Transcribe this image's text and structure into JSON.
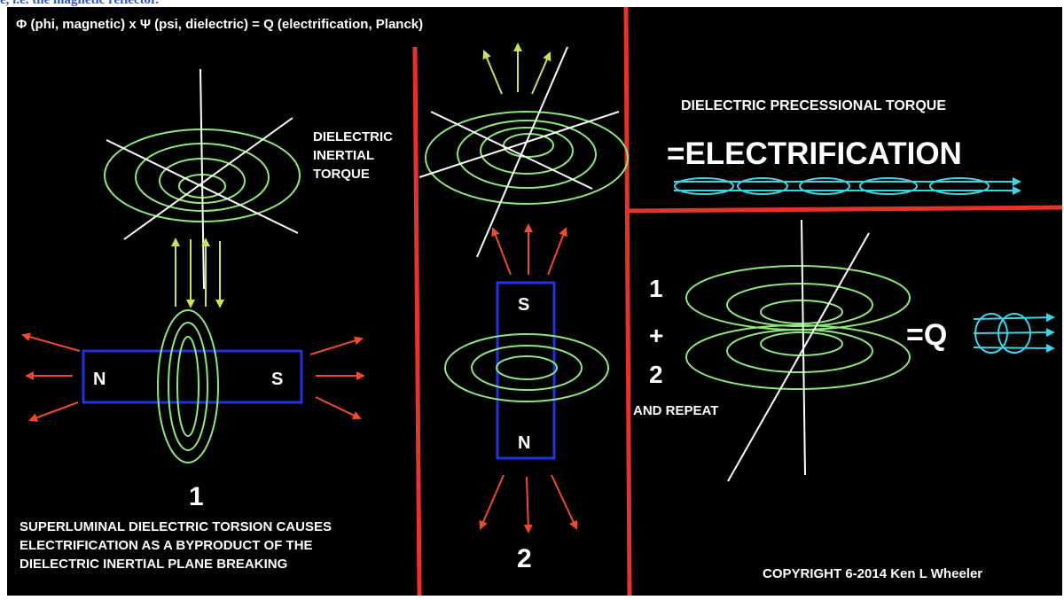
{
  "top_link_fragment": "e, i.e. the magnetic reflector.",
  "header_formula": "Φ (phi, magnetic) x Ψ (psi, dielectric) = Q (electrification, Planck)",
  "panel1": {
    "label_line1": "DIELECTRIC",
    "label_line2": "INERTIAL",
    "label_line3": "TORQUE",
    "magnet_north": "N",
    "magnet_south": "S",
    "number": "1",
    "caption_line1": "SUPERLUMINAL DIELECTRIC TORSION CAUSES",
    "caption_line2": "ELECTRIFICATION AS A BYPRODUCT OF THE",
    "caption_line3": "DIELECTRIC INERTIAL PLANE BREAKING"
  },
  "panel2": {
    "magnet_south": "S",
    "magnet_north": "N",
    "number": "2"
  },
  "panel3": {
    "title": "DIELECTRIC PRECESSIONAL TORQUE",
    "result": "=ELECTRIFICATION"
  },
  "panel4": {
    "step1": "1",
    "plus": "+",
    "step2": "2",
    "repeat": "AND REPEAT",
    "result": "=Q",
    "copyright": "COPYRIGHT 6-2014 Ken L Wheeler"
  },
  "colors": {
    "background": "#000000",
    "divider": "#e8332a",
    "field_lines": "#8ee87a",
    "axes": "#ffffff",
    "arrows_red": "#f04a2c",
    "arrows_yellow": "#c8e05a",
    "magnet_outline": "#2035e0",
    "electrification": "#3fd3e6",
    "text": "#ffffff",
    "top_link": "#2b55c9"
  }
}
